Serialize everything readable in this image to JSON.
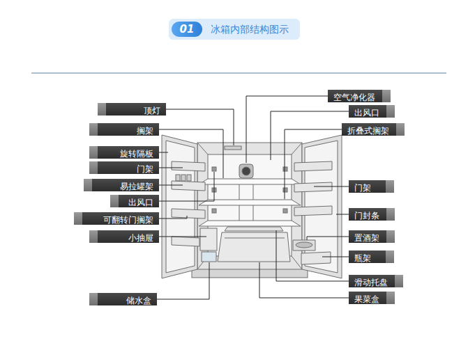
{
  "diagram": {
    "title": "冰箱内部结构图示",
    "nodes": [
      {
        "text": [
          "空气净化器"
        ]
      },
      {
        "text": [
          "顶灯"
        ]
      },
      {
        "text": [
          "出风口"
        ]
      },
      {
        "text": [
          "搁架"
        ]
      },
      {
        "text": [
          "折叠式搁架"
        ]
      },
      {
        "text": [
          "旋转隔板"
        ]
      },
      {
        "text": [
          "门架"
        ]
      },
      {
        "text": [
          "易拉罐架"
        ]
      },
      {
        "text": [
          "门架"
        ]
      },
      {
        "text": [
          "出风口"
        ]
      },
      {
        "text": [
          "门封条"
        ]
      },
      {
        "text": [
          "可翻转门搁架"
        ]
      },
      {
        "text": [
          "小抽屉"
        ]
      },
      {
        "text": [
          "置酒架"
        ]
      },
      {
        "text": [
          "瓶架"
        ]
      },
      {
        "text": [
          "滑动托盘"
        ]
      },
      {
        "text": [
          "储水盒"
        ]
      },
      {
        "text": [
          "果菜盒"
        ]
      }
    ],
    "labels": [
      "01"
    ]
  }
}
